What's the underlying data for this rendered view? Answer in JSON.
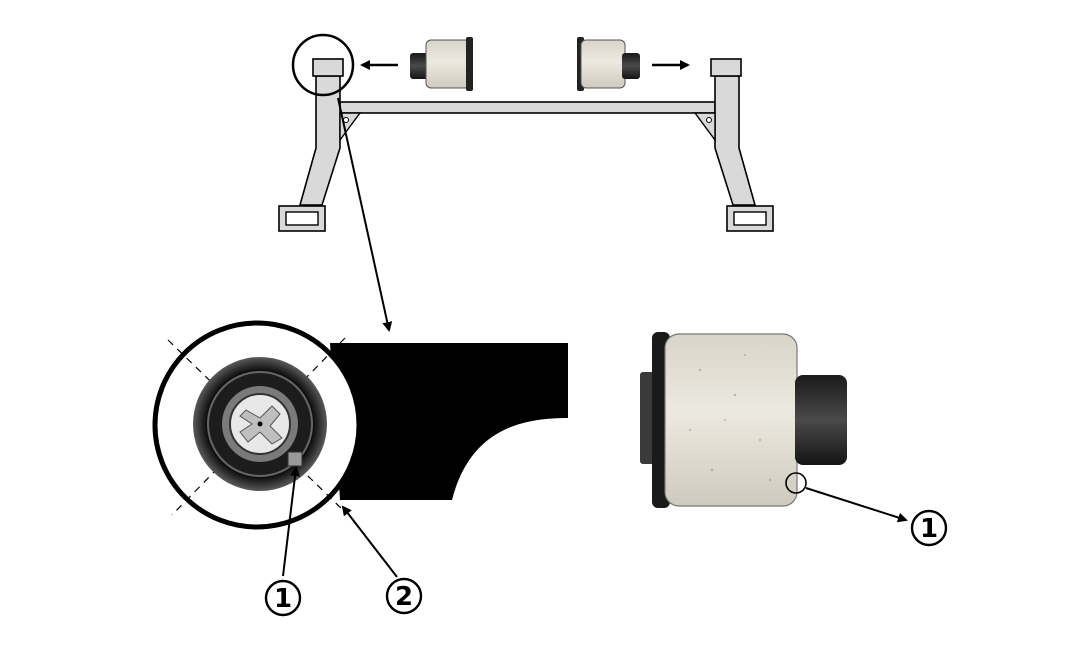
{
  "callouts": [
    {
      "id": "left-1",
      "label": "1"
    },
    {
      "id": "left-2",
      "label": "2"
    },
    {
      "id": "right-1",
      "label": "1"
    }
  ],
  "colors": {
    "ink": "#000000",
    "frame_fill": "#d9d9d9",
    "bushing_rubber": "#e6e2d8",
    "bushing_dark": "#2a2a2a",
    "arm_fill": "#000000"
  },
  "icons": [
    "subframe-diagram",
    "bushing-photo",
    "detail-circle",
    "callout-circle"
  ]
}
